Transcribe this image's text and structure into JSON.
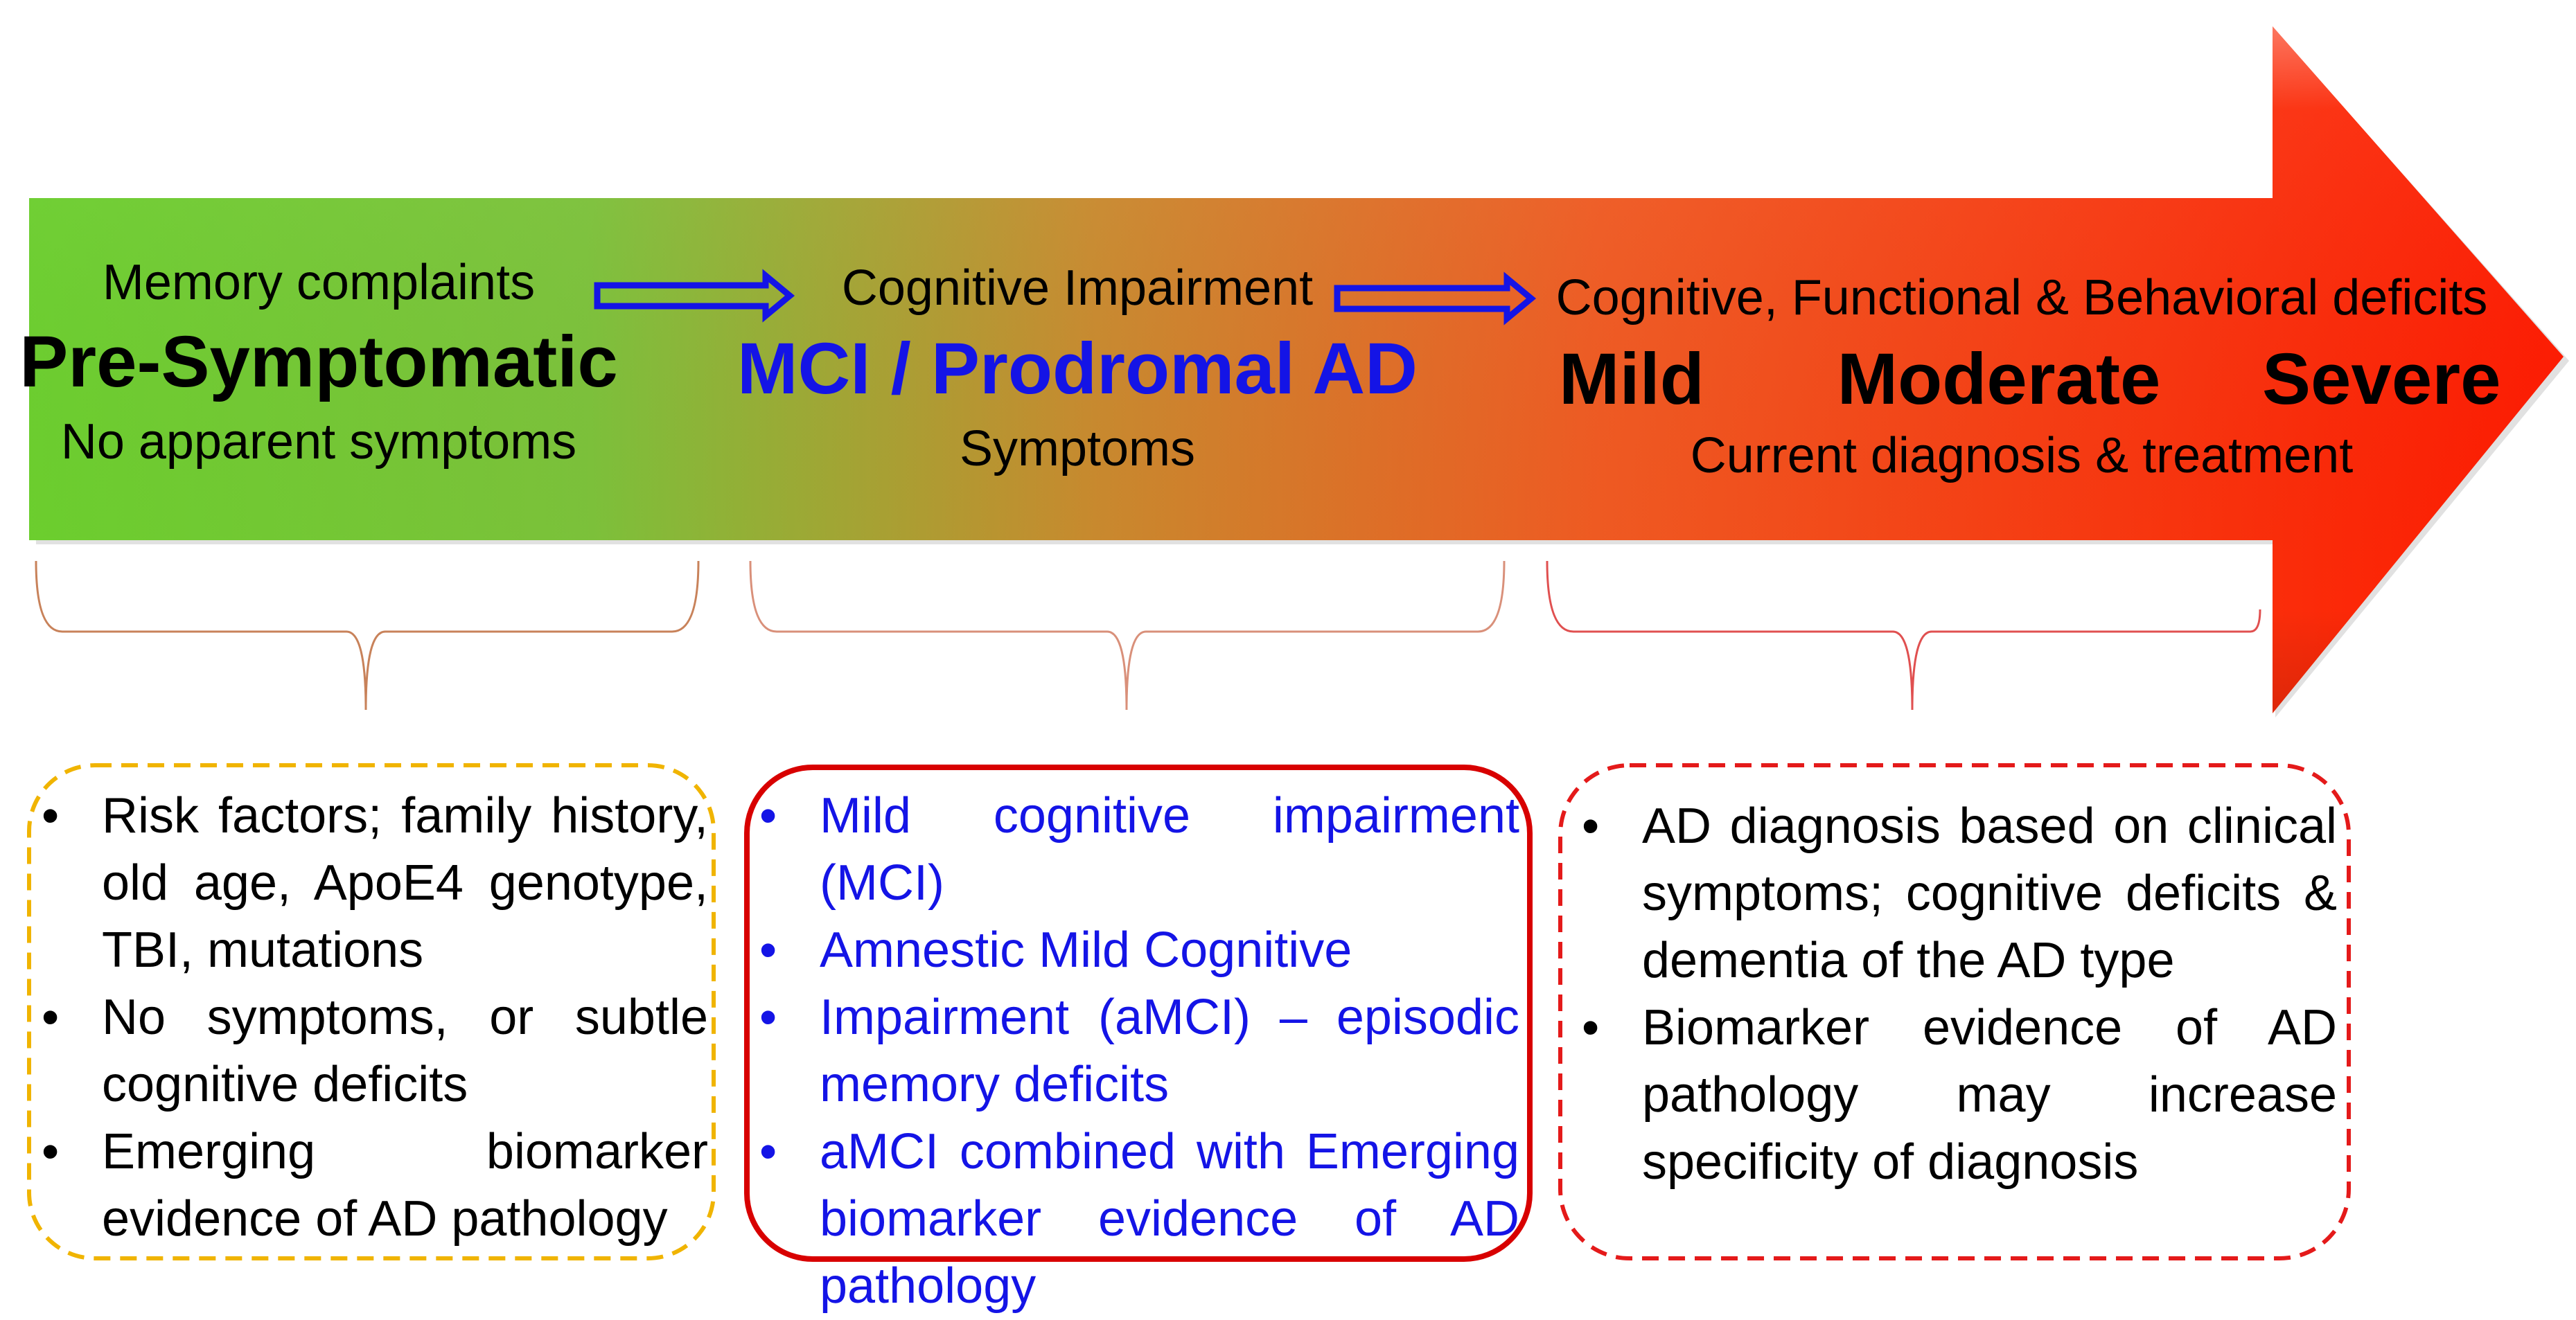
{
  "colors": {
    "arrow_start": "#6ccf2e",
    "arrow_end": "#ff1a00",
    "blue": "#1414e6",
    "presym_border": "#f0b400",
    "mci_border": "#d80000",
    "ad_border": "#e41a1a"
  },
  "stages": {
    "presymptomatic": {
      "above": "Memory complaints",
      "title": "Pre-Symptomatic",
      "below": "No apparent symptoms"
    },
    "mci": {
      "above": "Cognitive Impairment",
      "title": "MCI / Prodromal AD",
      "below": "Symptoms"
    },
    "dementia": {
      "above": "Cognitive, Functional & Behavioral deficits",
      "mild": "Mild",
      "moderate": "Moderate",
      "severe": "Severe",
      "below": "Current diagnosis & treatment"
    }
  },
  "boxes": {
    "presymptomatic": [
      "Risk factors; family history, old age, ApoE4 genotype, TBI, mutations",
      "No symptoms, or subtle cognitive deficits",
      "Emerging biomarker evidence of AD pathology"
    ],
    "mci": [
      "Mild cognitive impairment (MCI)",
      "Amnestic Mild Cognitive",
      "Impairment (aMCI) – episodic memory deficits",
      "aMCI combined with Emerging biomarker evidence of AD pathology"
    ],
    "ad": [
      "AD diagnosis based on clinical symptoms; cognitive deficits & dementia of the AD type",
      "Biomarker evidence of AD pathology may increase specificity of diagnosis"
    ]
  }
}
